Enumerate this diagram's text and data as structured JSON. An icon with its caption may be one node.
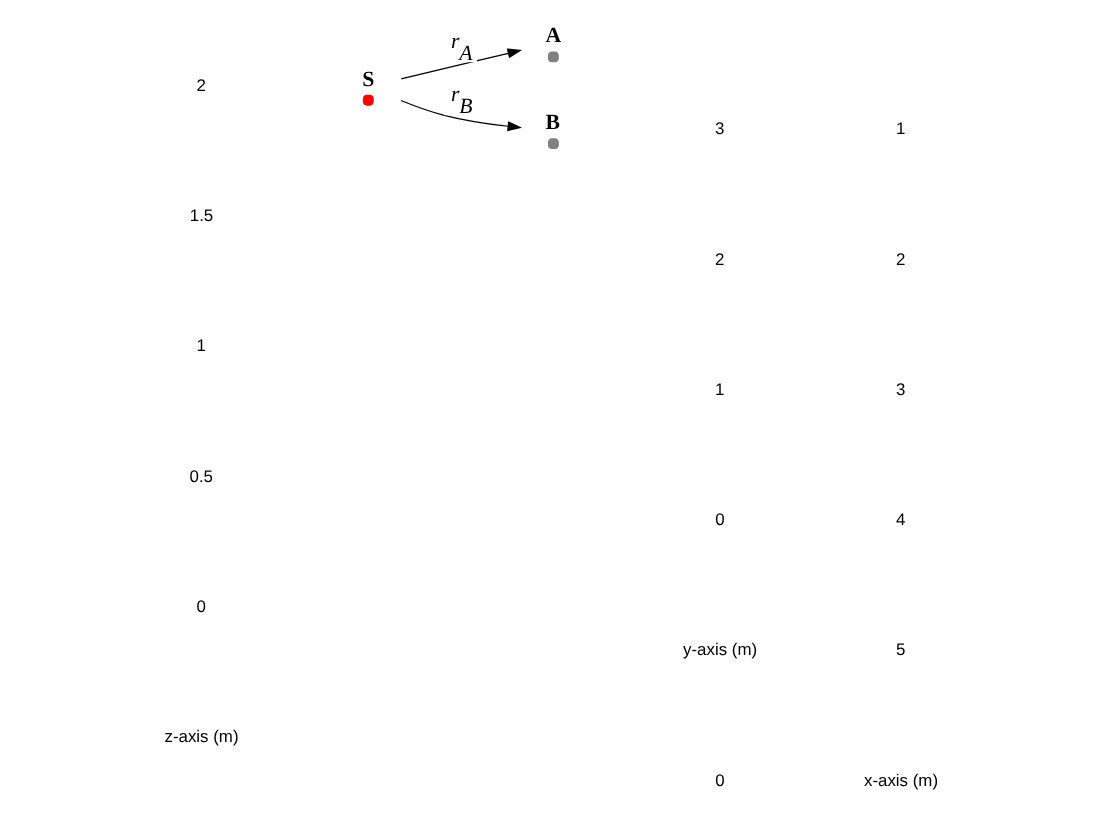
{
  "diagram": {
    "nodes": [
      {
        "text": [
          "S"
        ]
      },
      {
        "text": [
          "A"
        ]
      },
      {
        "text": [
          "B"
        ]
      }
    ],
    "edges": [
      {
        "from": 0,
        "to": 1,
        "arrow": "to",
        "label": "r$_{A}$"
      },
      {
        "from": 0,
        "to": 2,
        "arrow": "to",
        "label": "r$_{B}$"
      }
    ],
    "labels": [
      "2",
      "1.5",
      "1",
      "0.5",
      "0",
      "z-axis (m)",
      "3",
      "2",
      "1",
      "0",
      "y-axis (m)",
      "0",
      "1",
      "2",
      "3",
      "4",
      "5",
      "x-axis (m)"
    ]
  }
}
